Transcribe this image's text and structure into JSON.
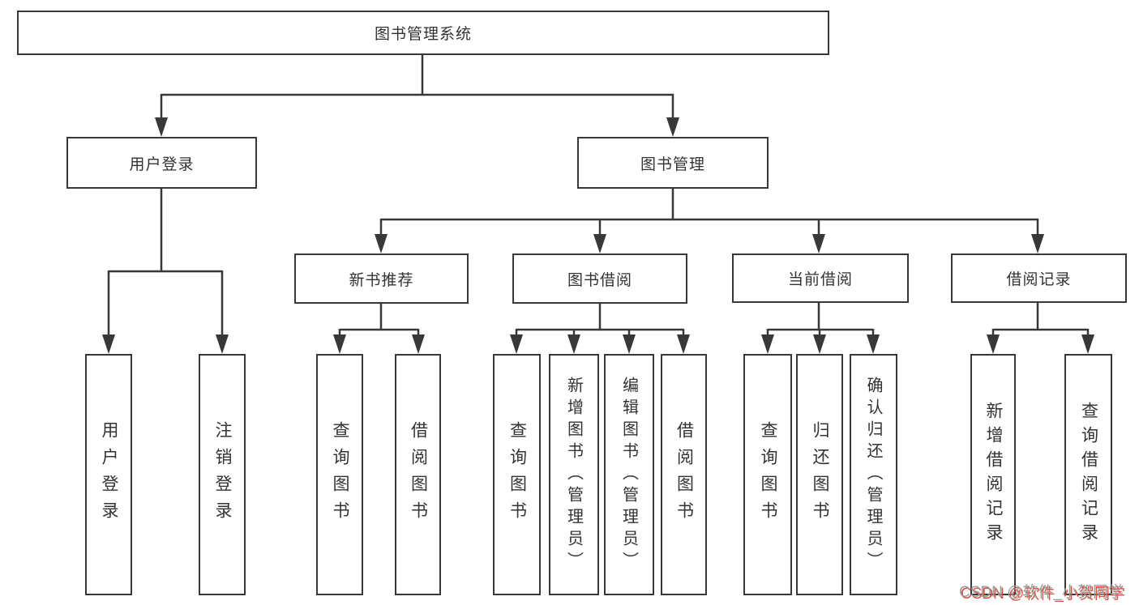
{
  "org": {
    "root": {
      "label": "图书管理系统"
    },
    "branches": [
      {
        "label": "用户登录",
        "children": [
          {
            "label": "用户登录"
          },
          {
            "label": "注销登录"
          }
        ]
      },
      {
        "label": "图书管理",
        "groups": [
          {
            "label": "新书推荐",
            "children": [
              {
                "label": "查询图书"
              },
              {
                "label": "借阅图书"
              }
            ]
          },
          {
            "label": "图书借阅",
            "children": [
              {
                "label": "查询图书"
              },
              {
                "label": "新增图书（管理员）"
              },
              {
                "label": "编辑图书（管理员）"
              },
              {
                "label": "借阅图书"
              }
            ]
          },
          {
            "label": "当前借阅",
            "children": [
              {
                "label": "查询图书"
              },
              {
                "label": "归还图书"
              },
              {
                "label": "确认归还（管理员）"
              }
            ]
          },
          {
            "label": "借阅记录",
            "children": [
              {
                "label": "新增借阅记录"
              },
              {
                "label": "查询借阅记录"
              }
            ]
          }
        ]
      }
    ]
  },
  "watermark": {
    "text": "CSDN @软件_小贺同学"
  },
  "colors": {
    "line": "#383838",
    "text": "#333333",
    "background": "#ffffff",
    "watermark_gray": "#9c9c9c",
    "watermark_red": "#d9503c"
  }
}
